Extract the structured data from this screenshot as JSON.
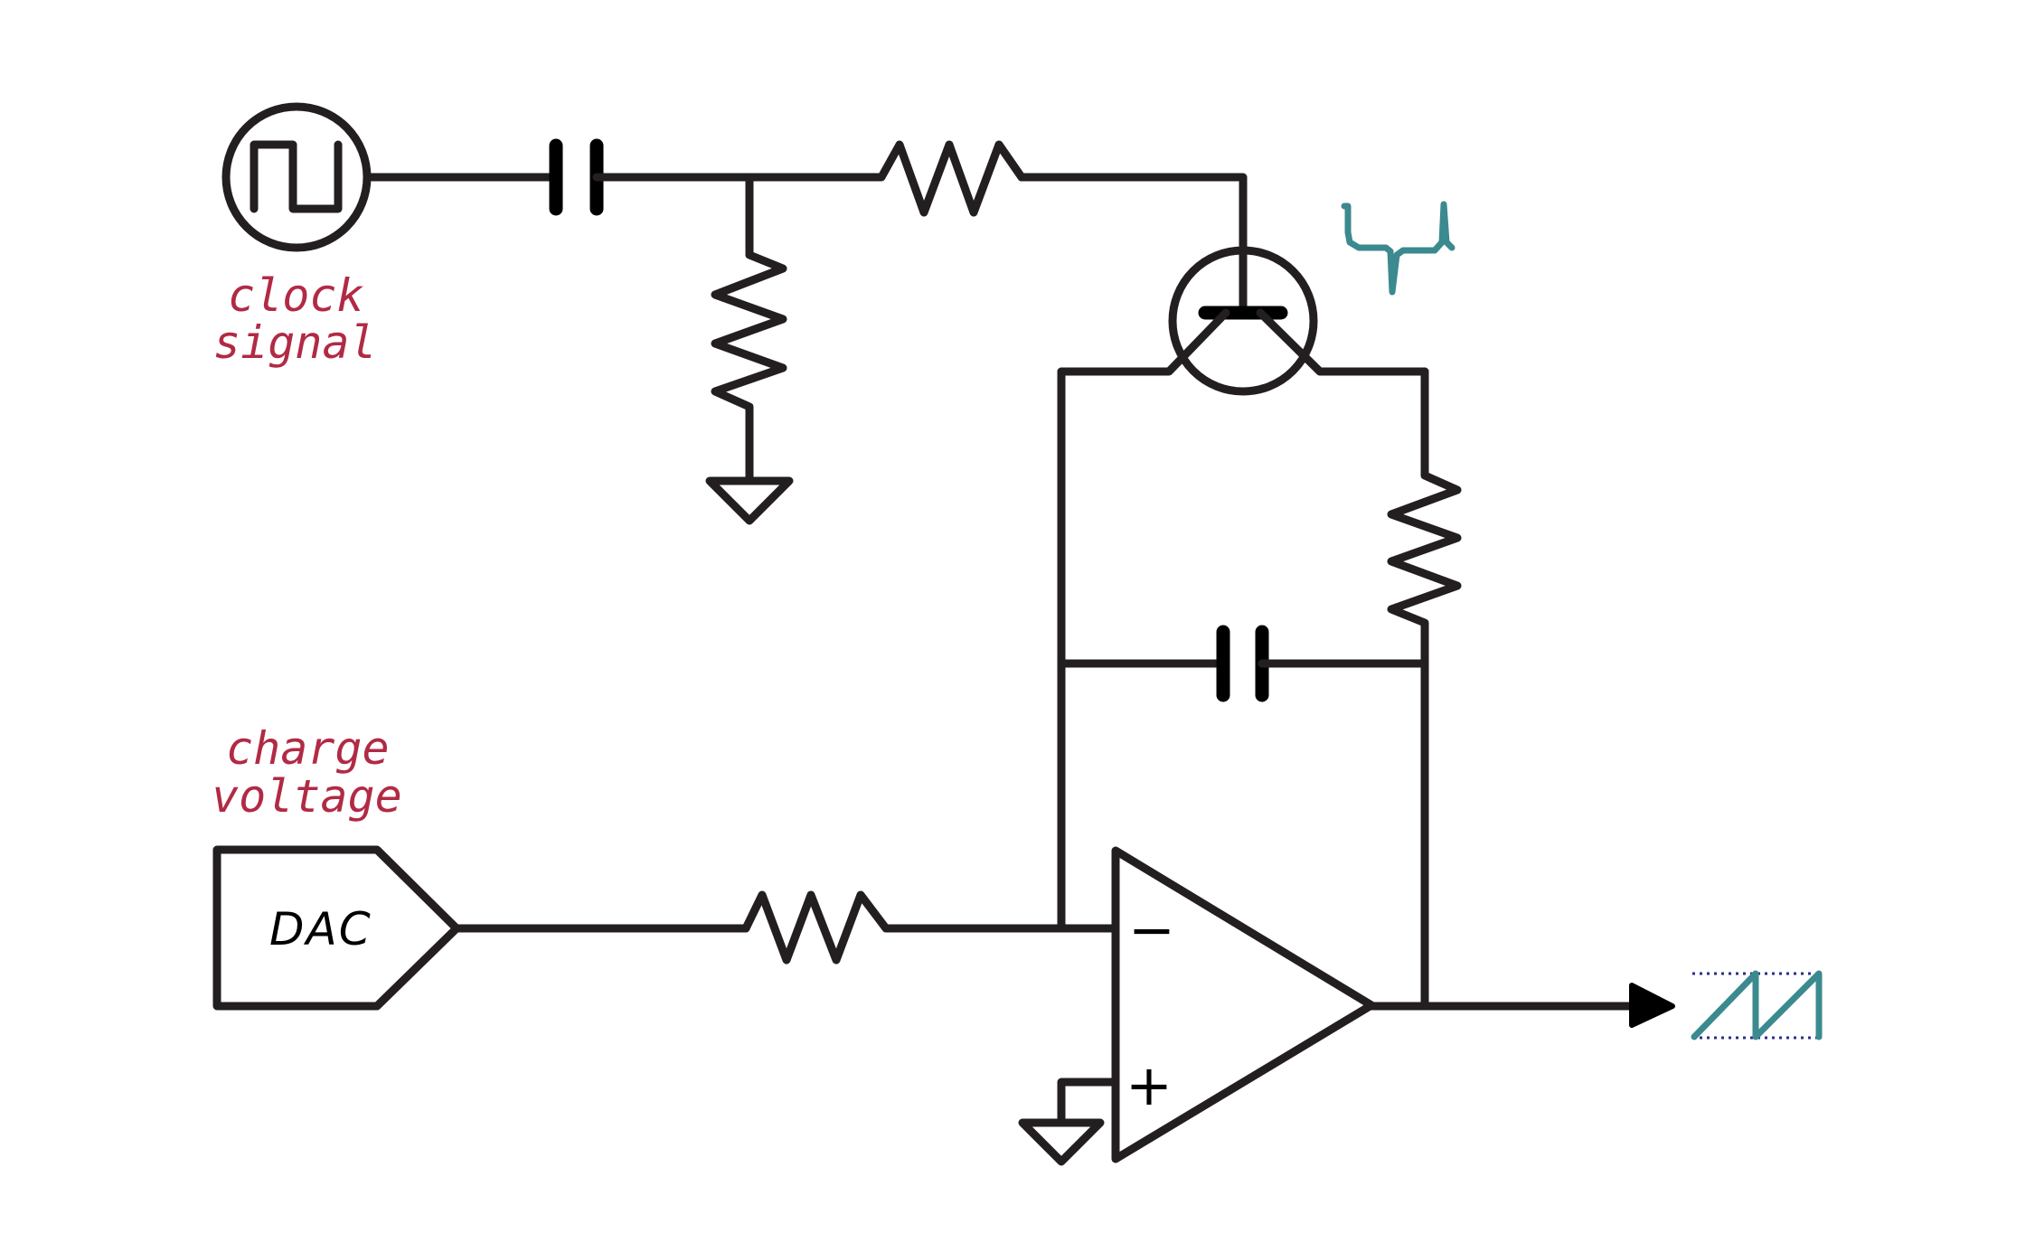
{
  "labels": {
    "clock_line1": "clock",
    "clock_line2": "signal",
    "charge_line1": "charge",
    "charge_line2": "voltage",
    "dac": "DAC"
  },
  "opamp": {
    "inverting_sign": "−",
    "noninverting_sign": "+"
  },
  "colors": {
    "wire": "#231f20",
    "label": "#b12a44",
    "waveform": "#3b8a8f",
    "dotted_guide": "#2b2d8a"
  },
  "icons": {
    "clock_source": "square-wave-source-icon",
    "ground": "ground-icon",
    "transistor": "bjt-transistor-icon",
    "output_waveform": "sawtooth-wave-icon",
    "spike_waveform": "pulse-spike-wave-icon"
  }
}
